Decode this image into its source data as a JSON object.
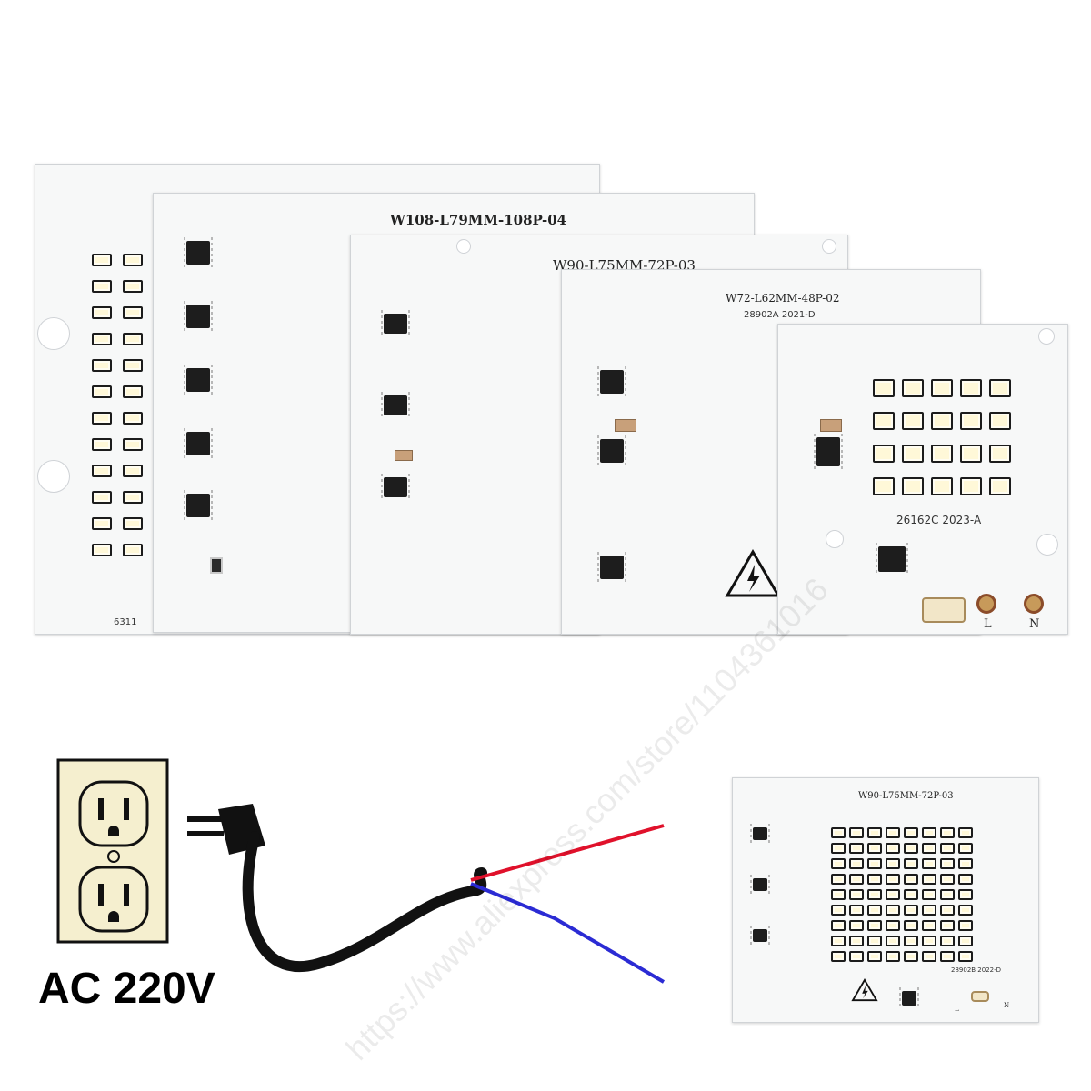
{
  "boards": [
    {
      "label": "W108-L79MM-108P-04"
    },
    {
      "label": "W90-L75MM-72P-03"
    },
    {
      "label": "W72-L62MM-48P-02",
      "code": "28902A  2021-D"
    },
    {
      "code": "26162C  2023-A",
      "terminal_l": "L",
      "terminal_n": "N"
    }
  ],
  "big_board_code": "6311",
  "single_board": {
    "label": "W90-L75MM-72P-03",
    "code": "28902B  2022-D",
    "terminal_l": "L",
    "terminal_n": "N"
  },
  "power": {
    "label": "AC 220V"
  },
  "watermark": "https://www.aliexpress.com/store/1104361016",
  "colors": {
    "wire_red": "#e0112b",
    "wire_blue": "#2b2bd4",
    "cord": "#111111",
    "led": "#fff8d8"
  }
}
